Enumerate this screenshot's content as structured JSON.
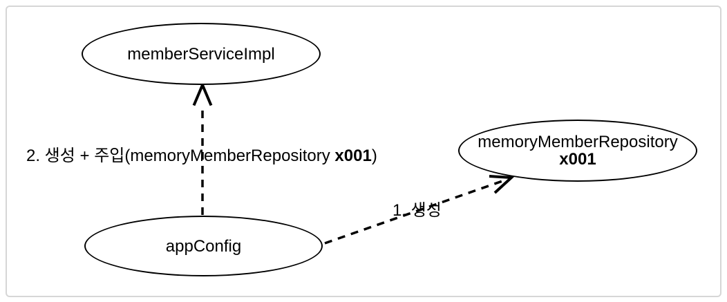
{
  "diagram": {
    "nodes": {
      "member_service_impl": {
        "label": "memberServiceImpl"
      },
      "memory_member_repository": {
        "label": "memoryMemberRepository",
        "instance": "x001"
      },
      "app_config": {
        "label": "appConfig"
      }
    },
    "edges": {
      "create_inject": {
        "from": "appConfig",
        "to": "memberServiceImpl",
        "label_prefix": "2. 생성 + 주입(memoryMemberRepository ",
        "label_bold": "x001",
        "label_suffix": ")",
        "style": "dashed"
      },
      "create": {
        "from": "appConfig",
        "to": "memoryMemberRepository",
        "label": "1. 생성",
        "style": "dashed"
      }
    },
    "colors": {
      "node_stroke": "#000000",
      "edge_stroke": "#000000",
      "text": "#000000",
      "frame_border": "#d6d6d6",
      "background": "#ffffff"
    }
  }
}
